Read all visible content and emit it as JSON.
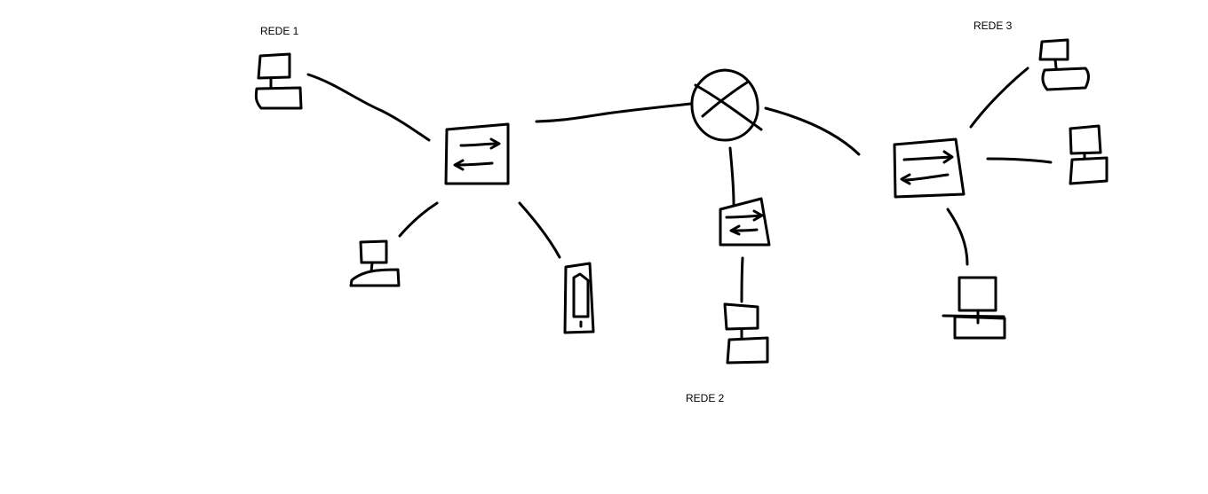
{
  "diagram": {
    "labels": {
      "rede1": "REDE 1",
      "rede2": "REDE 2",
      "rede3": "REDE 3"
    },
    "nodes": [
      {
        "id": "router",
        "type": "router"
      },
      {
        "id": "switch-rede1",
        "type": "switch"
      },
      {
        "id": "switch-rede2",
        "type": "switch"
      },
      {
        "id": "switch-rede3",
        "type": "switch"
      },
      {
        "id": "computer-rede1-top",
        "type": "computer"
      },
      {
        "id": "computer-rede1-bottom",
        "type": "computer"
      },
      {
        "id": "phone-rede1",
        "type": "mobile-device"
      },
      {
        "id": "computer-rede2",
        "type": "computer"
      },
      {
        "id": "computer-rede3-top",
        "type": "computer"
      },
      {
        "id": "computer-rede3-right",
        "type": "computer"
      },
      {
        "id": "computer-rede3-bottom",
        "type": "computer"
      }
    ],
    "links": [
      [
        "computer-rede1-top",
        "switch-rede1"
      ],
      [
        "switch-rede1",
        "computer-rede1-bottom"
      ],
      [
        "switch-rede1",
        "phone-rede1"
      ],
      [
        "switch-rede1",
        "router"
      ],
      [
        "router",
        "switch-rede2"
      ],
      [
        "switch-rede2",
        "computer-rede2"
      ],
      [
        "router",
        "switch-rede3"
      ],
      [
        "switch-rede3",
        "computer-rede3-top"
      ],
      [
        "switch-rede3",
        "computer-rede3-right"
      ],
      [
        "switch-rede3",
        "computer-rede3-bottom"
      ]
    ]
  }
}
